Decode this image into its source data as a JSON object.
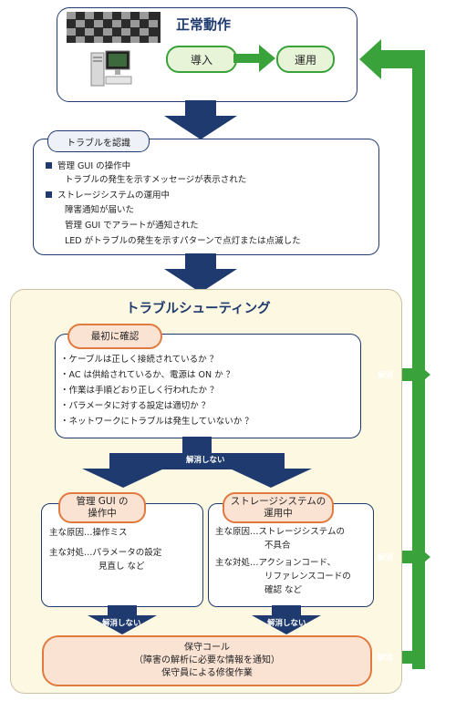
{
  "normal": {
    "title": "正常動作",
    "intro": "導入",
    "operate": "運用"
  },
  "recognize": {
    "header": "トラブルを認識",
    "sections": [
      {
        "title": "管理 GUI の操作中",
        "lines": [
          "トラブルの発生を示すメッセージが表示された"
        ]
      },
      {
        "title": "ストレージシステムの運用中",
        "lines": [
          "障害通知が届いた",
          "管理 GUI でアラートが通知された",
          "LED がトラブルの発生を示すパターンで点灯または点滅した"
        ]
      }
    ]
  },
  "troubleshooting": {
    "title": "トラブルシューティング",
    "first_check": {
      "header": "最初に確認",
      "items": [
        "・ケーブルは正しく接続されているか ？",
        "・AC は供給されているか、電源は ON か ？",
        "・作業は手順どおり正しく行われたか ？",
        "・パラメータに対する設定は適切か ？",
        "・ネットワークにトラブルは発生していないか ？"
      ]
    },
    "not_resolved": "解消しない",
    "gui_case": {
      "header_line1": "管理 GUI の",
      "header_line2": "操作中",
      "cause": "主な原因…操作ミス",
      "action_line1": "主な対処…パラメータの設定",
      "action_line2": "見直し など"
    },
    "storage_case": {
      "header_line1": "ストレージシステムの",
      "header_line2": "運用中",
      "cause_line1": "主な原因…ストレージシステムの",
      "cause_line2": "不具合",
      "action_line1": "主な対処…アクションコード、",
      "action_line2": "リファレンスコードの",
      "action_line3": "確認 など"
    },
    "maintenance": {
      "line1": "保守コール",
      "line2": "（障害の解析に必要な情報を通知）",
      "line3": "保守員による修復作業"
    }
  },
  "resolved": "解消",
  "colors": {
    "navy": "#1f3a6e",
    "green": "#39a23a",
    "orange": "#e07a3f",
    "panel": "#fdf8e1"
  }
}
